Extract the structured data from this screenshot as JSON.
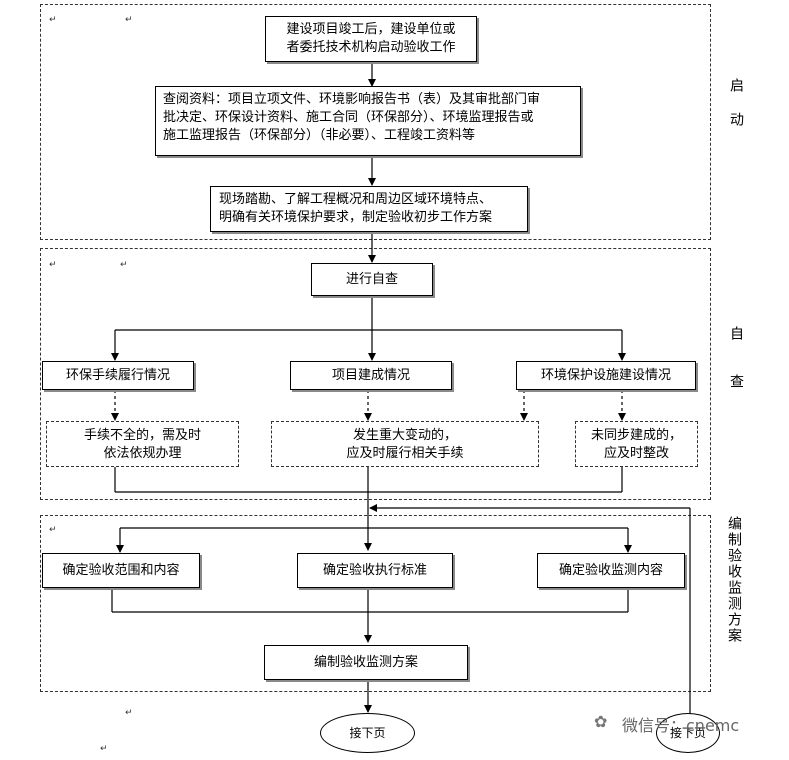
{
  "sections": {
    "start": "启动",
    "self_check": "自查",
    "plan": "编制验收监测方案"
  },
  "boxes": {
    "start_acceptance": [
      "建设项目竣工后，建设单位或",
      "者委托技术机构启动验收工作"
    ],
    "review_docs": [
      "查阅资料：项目立项文件、环境影响报告书（表）及其审批部门审",
      "批决定、环保设计资料、施工合同（环保部分）、环境监理报告或",
      "施工监理报告（环保部分）（非必要）、工程竣工资料等"
    ],
    "site_survey": [
      "现场踏勘、了解工程概况和周边区域环境特点、",
      "明确有关环境保护要求，制定验收初步工作方案"
    ],
    "self_check": "进行自查",
    "env_procedures": "环保手续履行情况",
    "project_build": "项目建成情况",
    "env_facilities": "环境保护设施建设情况",
    "incomplete": [
      "手续不全的，需及时",
      "依法依规办理"
    ],
    "major_change": [
      "发生重大变动的，",
      "应及时履行相关手续"
    ],
    "not_synchronous": [
      "未同步建成的，",
      "应及时整改"
    ],
    "scope": "确定验收范围和内容",
    "standard": "确定验收执行标准",
    "monitor_content": "确定验收监测内容",
    "compile_plan": "编制验收监测方案",
    "next_page_1": "接下页",
    "next_page_2": "接下页"
  },
  "watermark": {
    "text": "微信号：cnemc",
    "icon": "wechat-icon"
  },
  "paragraph_mark": "↵"
}
